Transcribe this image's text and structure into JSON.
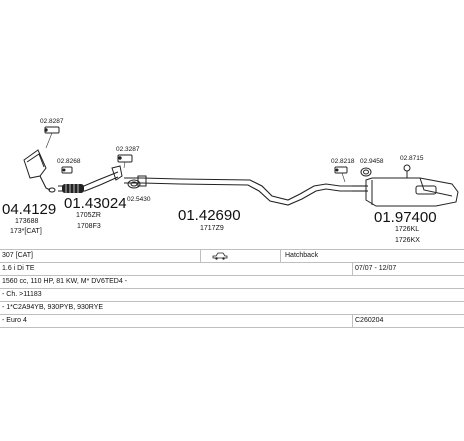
{
  "parts": {
    "catalyst": {
      "number": "04.4129",
      "ref": "173688",
      "ref2": "173*[CAT]"
    },
    "front_pipe": {
      "number": "01.43024",
      "ref": "1705ZR",
      "ref2": "1708F3"
    },
    "centre_pipe": {
      "number": "01.42690",
      "ref": "1717Z9"
    },
    "rear_silencer": {
      "number": "01.97400",
      "ref": "1726KL",
      "ref2": "1726KX"
    }
  },
  "fittings": {
    "f1": "02.8287",
    "f2": "02.8268",
    "f3": "02.3287",
    "f4": "02.5430",
    "f5": "02.8218",
    "f6": "02.9458",
    "f7": "02.8715"
  },
  "info": {
    "model": "307 [CAT]",
    "body": "Hatchback",
    "engine": "1.6 i Di TE",
    "date_range": "07/07 - 12/07",
    "spec": "1560 cc, 110 HP, 81 KW, M* DV6TED4 -",
    "ch": "- Ch. >11183",
    "codes": "- 1*C2A94YB, 930PYB, 930RYE",
    "emission": "- Euro 4",
    "code": "C260204"
  }
}
